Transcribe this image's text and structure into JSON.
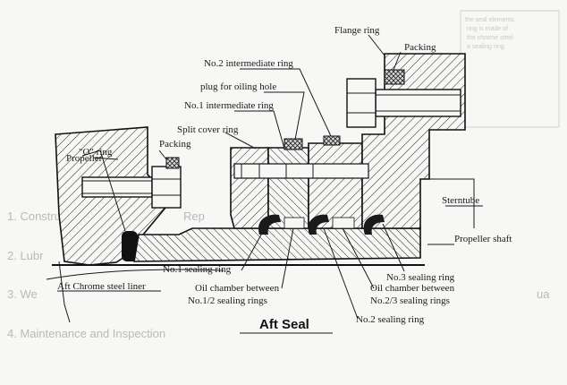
{
  "title": "Aft Seal",
  "labels": {
    "o_ring": "\"O\" ring",
    "propeller": "Propeller",
    "packing_left": "Packing",
    "split_cover_ring": "Split cover ring",
    "no1_intermediate_ring": "No.1 intermediate ring",
    "plug_oiling_hole": "plug for oiling hole",
    "no2_intermediate_ring": "No.2 intermediate ring",
    "flange_ring": "Flange ring",
    "packing_right": "Packing",
    "sterntube": "Sterntube",
    "propeller_shaft": "Propeller shaft",
    "no3_sealing_ring": "No.3 sealing ring",
    "no1_sealing_ring": "No.1 sealing ring",
    "chrome_liner": "Aft Chrome steel liner",
    "oil_chamber_12_a": "Oil chamber between",
    "oil_chamber_12_b": "No.1/2 sealing rings",
    "oil_chamber_23_a": "Oil chamber between",
    "oil_chamber_23_b": "No.2/3 sealing rings",
    "no2_sealing_ring": "No.2 sealing ring"
  },
  "background_text": [
    "1. Construct",
    "2. Lubr",
    "3. We",
    "4. Maintenance and Inspection",
    "Rep",
    "ua",
    "the seal elements",
    "ring is made of",
    "the chrome steel",
    "a sealing ring"
  ]
}
